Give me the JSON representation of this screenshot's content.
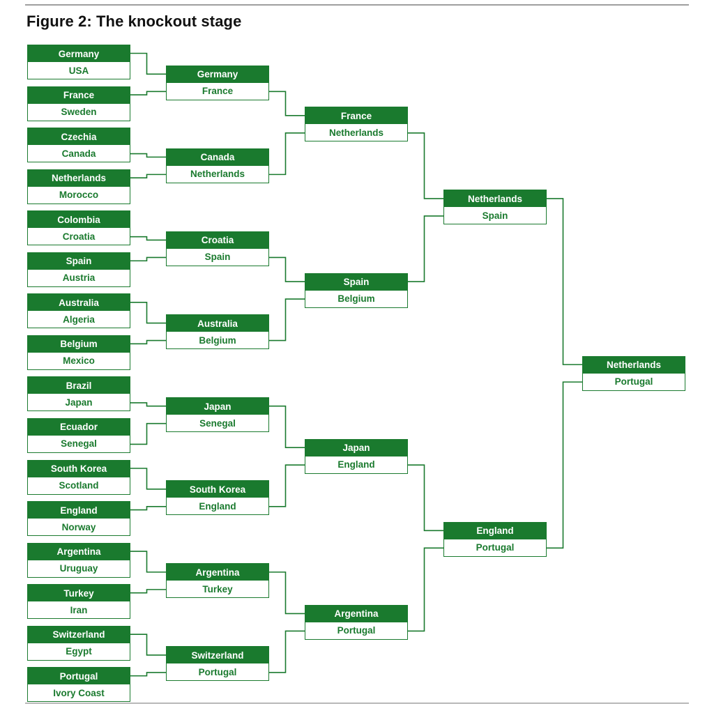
{
  "title": "Figure 2: The knockout stage",
  "colors": {
    "green": "#1a7a2e",
    "white": "#ffffff",
    "rule": "#9e9e9e"
  },
  "rounds": [
    {
      "name": "round-of-32",
      "matches": [
        {
          "top": "Germany",
          "bottom": "USA"
        },
        {
          "top": "France",
          "bottom": "Sweden"
        },
        {
          "top": "Czechia",
          "bottom": "Canada"
        },
        {
          "top": "Netherlands",
          "bottom": "Morocco"
        },
        {
          "top": "Colombia",
          "bottom": "Croatia"
        },
        {
          "top": "Spain",
          "bottom": "Austria"
        },
        {
          "top": "Australia",
          "bottom": "Algeria"
        },
        {
          "top": "Belgium",
          "bottom": "Mexico"
        },
        {
          "top": "Brazil",
          "bottom": "Japan"
        },
        {
          "top": "Ecuador",
          "bottom": "Senegal"
        },
        {
          "top": "South Korea",
          "bottom": "Scotland"
        },
        {
          "top": "England",
          "bottom": "Norway"
        },
        {
          "top": "Argentina",
          "bottom": "Uruguay"
        },
        {
          "top": "Turkey",
          "bottom": "Iran"
        },
        {
          "top": "Switzerland",
          "bottom": "Egypt"
        },
        {
          "top": "Portugal",
          "bottom": "Ivory Coast"
        }
      ]
    },
    {
      "name": "round-of-16",
      "matches": [
        {
          "top": "Germany",
          "bottom": "France"
        },
        {
          "top": "Canada",
          "bottom": "Netherlands"
        },
        {
          "top": "Croatia",
          "bottom": "Spain"
        },
        {
          "top": "Australia",
          "bottom": "Belgium"
        },
        {
          "top": "Japan",
          "bottom": "Senegal"
        },
        {
          "top": "South Korea",
          "bottom": "England"
        },
        {
          "top": "Argentina",
          "bottom": "Turkey"
        },
        {
          "top": "Switzerland",
          "bottom": "Portugal"
        }
      ]
    },
    {
      "name": "quarter-finals",
      "matches": [
        {
          "top": "France",
          "bottom": "Netherlands"
        },
        {
          "top": "Spain",
          "bottom": "Belgium"
        },
        {
          "top": "Japan",
          "bottom": "England"
        },
        {
          "top": "Argentina",
          "bottom": "Portugal"
        }
      ]
    },
    {
      "name": "semi-finals",
      "matches": [
        {
          "top": "Netherlands",
          "bottom": "Spain"
        },
        {
          "top": "England",
          "bottom": "Portugal"
        }
      ]
    },
    {
      "name": "final",
      "matches": [
        {
          "top": "Netherlands",
          "bottom": "Portugal"
        }
      ]
    }
  ]
}
